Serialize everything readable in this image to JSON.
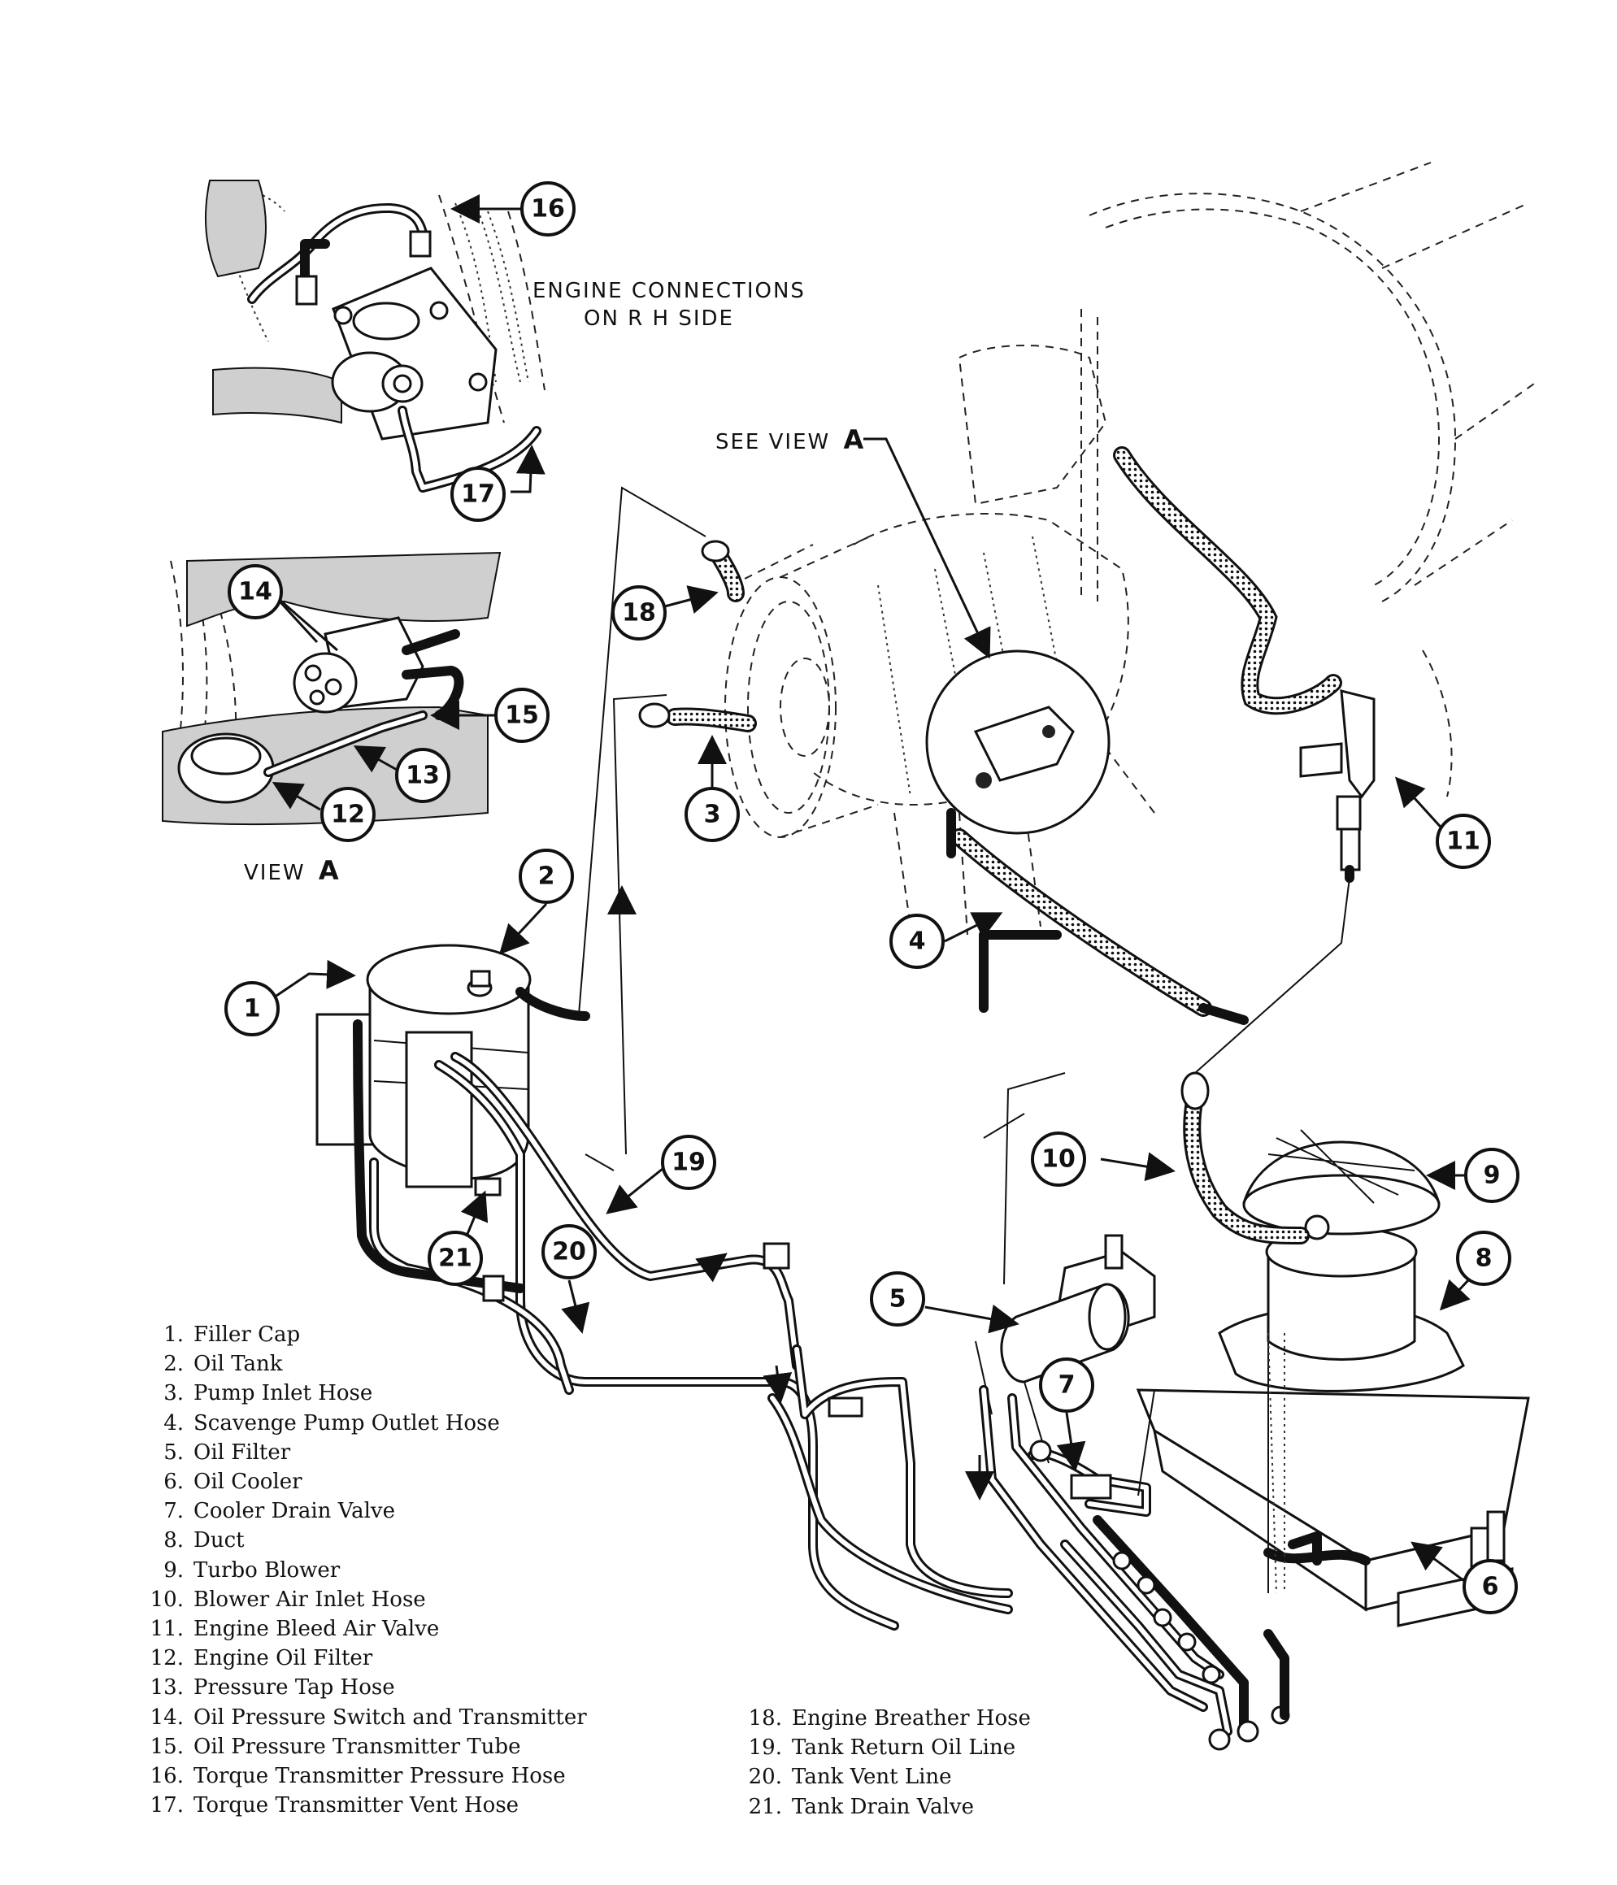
{
  "headings": {
    "engine_connections_line1": "ENGINE CONNECTIONS",
    "engine_connections_line2": "ON R H SIDE",
    "see_view_prefix": "SEE VIEW",
    "see_view_letter": "A",
    "view_prefix": "VIEW",
    "view_letter": "A"
  },
  "callouts": [
    {
      "number": "1"
    },
    {
      "number": "2"
    },
    {
      "number": "3"
    },
    {
      "number": "4"
    },
    {
      "number": "5"
    },
    {
      "number": "6"
    },
    {
      "number": "7"
    },
    {
      "number": "8"
    },
    {
      "number": "9"
    },
    {
      "number": "10"
    },
    {
      "number": "11"
    },
    {
      "number": "12"
    },
    {
      "number": "13"
    },
    {
      "number": "14"
    },
    {
      "number": "15"
    },
    {
      "number": "16"
    },
    {
      "number": "17"
    },
    {
      "number": "18"
    },
    {
      "number": "19"
    },
    {
      "number": "20"
    },
    {
      "number": "21"
    }
  ],
  "legend": {
    "left": [
      {
        "num": "1.",
        "text": "Filler Cap"
      },
      {
        "num": "2.",
        "text": "Oil Tank"
      },
      {
        "num": "3.",
        "text": "Pump Inlet Hose"
      },
      {
        "num": "4.",
        "text": "Scavenge Pump Outlet Hose"
      },
      {
        "num": "5.",
        "text": "Oil Filter"
      },
      {
        "num": "6.",
        "text": "Oil Cooler"
      },
      {
        "num": "7.",
        "text": "Cooler Drain Valve"
      },
      {
        "num": "8.",
        "text": "Duct"
      },
      {
        "num": "9.",
        "text": "Turbo Blower"
      },
      {
        "num": "10.",
        "text": "Blower Air Inlet Hose"
      },
      {
        "num": "11.",
        "text": "Engine Bleed Air Valve"
      },
      {
        "num": "12.",
        "text": "Engine Oil Filter"
      },
      {
        "num": "13.",
        "text": "Pressure Tap Hose"
      },
      {
        "num": "14.",
        "text": "Oil Pressure Switch and Transmitter"
      },
      {
        "num": "15.",
        "text": "Oil Pressure Transmitter Tube"
      },
      {
        "num": "16.",
        "text": "Torque Transmitter Pressure Hose"
      },
      {
        "num": "17.",
        "text": "Torque Transmitter Vent Hose"
      }
    ],
    "right": [
      {
        "num": "18.",
        "text": "Engine Breather Hose"
      },
      {
        "num": "19.",
        "text": "Tank Return Oil Line"
      },
      {
        "num": "20.",
        "text": "Tank Vent Line"
      },
      {
        "num": "21.",
        "text": "Tank Drain Valve"
      }
    ]
  }
}
